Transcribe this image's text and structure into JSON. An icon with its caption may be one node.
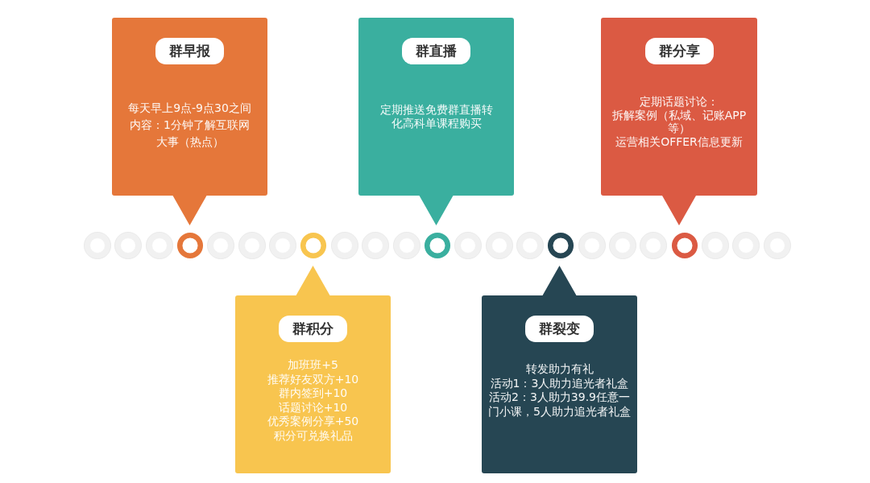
{
  "diagram": {
    "nodes": [
      {
        "text": [
          "群早报",
          "每天早上9点-9点30之间",
          "内容：1分钟了解互联网大事（热点）"
        ]
      },
      {
        "text": [
          "群积分",
          "加班班+5",
          "推荐好友双方+10",
          "群内签到+10",
          "话题讨论+10",
          "优秀案例分享+50",
          "积分可兑换礼品"
        ]
      },
      {
        "text": [
          "群直播",
          "定期推送免费群直播转化高科单课程购买"
        ]
      },
      {
        "text": [
          "群裂变",
          "转发助力有礼",
          "活动1：3人助力追光者礼盒",
          "活动2：3人助力39.9任意一门小课，5人助力追光者礼盒"
        ]
      },
      {
        "text": [
          "群分享",
          "定期话题讨论：",
          "拆解案例（私域、记账APP等）",
          "运营相关OFFER信息更新"
        ]
      }
    ]
  }
}
